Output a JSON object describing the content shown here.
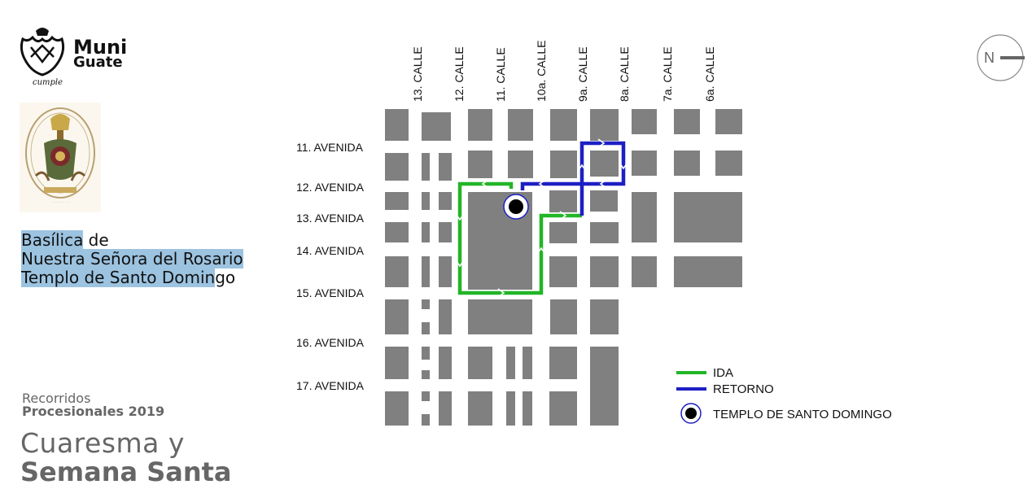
{
  "brand": {
    "line1": "Muni",
    "line2": "Guate",
    "tagline": "cumple"
  },
  "basilica": {
    "line1_highlight": "Basílica",
    "line1_rest": " de",
    "line2": "Nuestra Señora del Rosario",
    "line3_highlight": "Templo de Santo Domin",
    "line3_rest": "go"
  },
  "footer": {
    "recorridos": "Recorridos",
    "procesionales": "Procesionales 2019",
    "cuaresma": "Cuaresma y",
    "semana": "Semana Santa"
  },
  "north_label": "N",
  "map": {
    "calles": [
      "13. CALLE",
      "12. CALLE",
      "11. CALLE",
      "10a. CALLE",
      "9a. CALLE",
      "8a. CALLE",
      "7a. CALLE",
      "6a. CALLE"
    ],
    "avenidas": [
      "11. AVENIDA",
      "12. AVENIDA",
      "13. AVENIDA",
      "14. AVENIDA",
      "15. AVENIDA",
      "16. AVENIDA",
      "17. AVENIDA"
    ],
    "legend": {
      "ida": "IDA",
      "retorno": "RETORNO",
      "templo": "TEMPLO DE SANTO DOMINGO"
    },
    "colors": {
      "block": "#808080",
      "ida": "#22b527",
      "retorno": "#1d1fc4",
      "highlight": "#9cc3e0"
    }
  }
}
